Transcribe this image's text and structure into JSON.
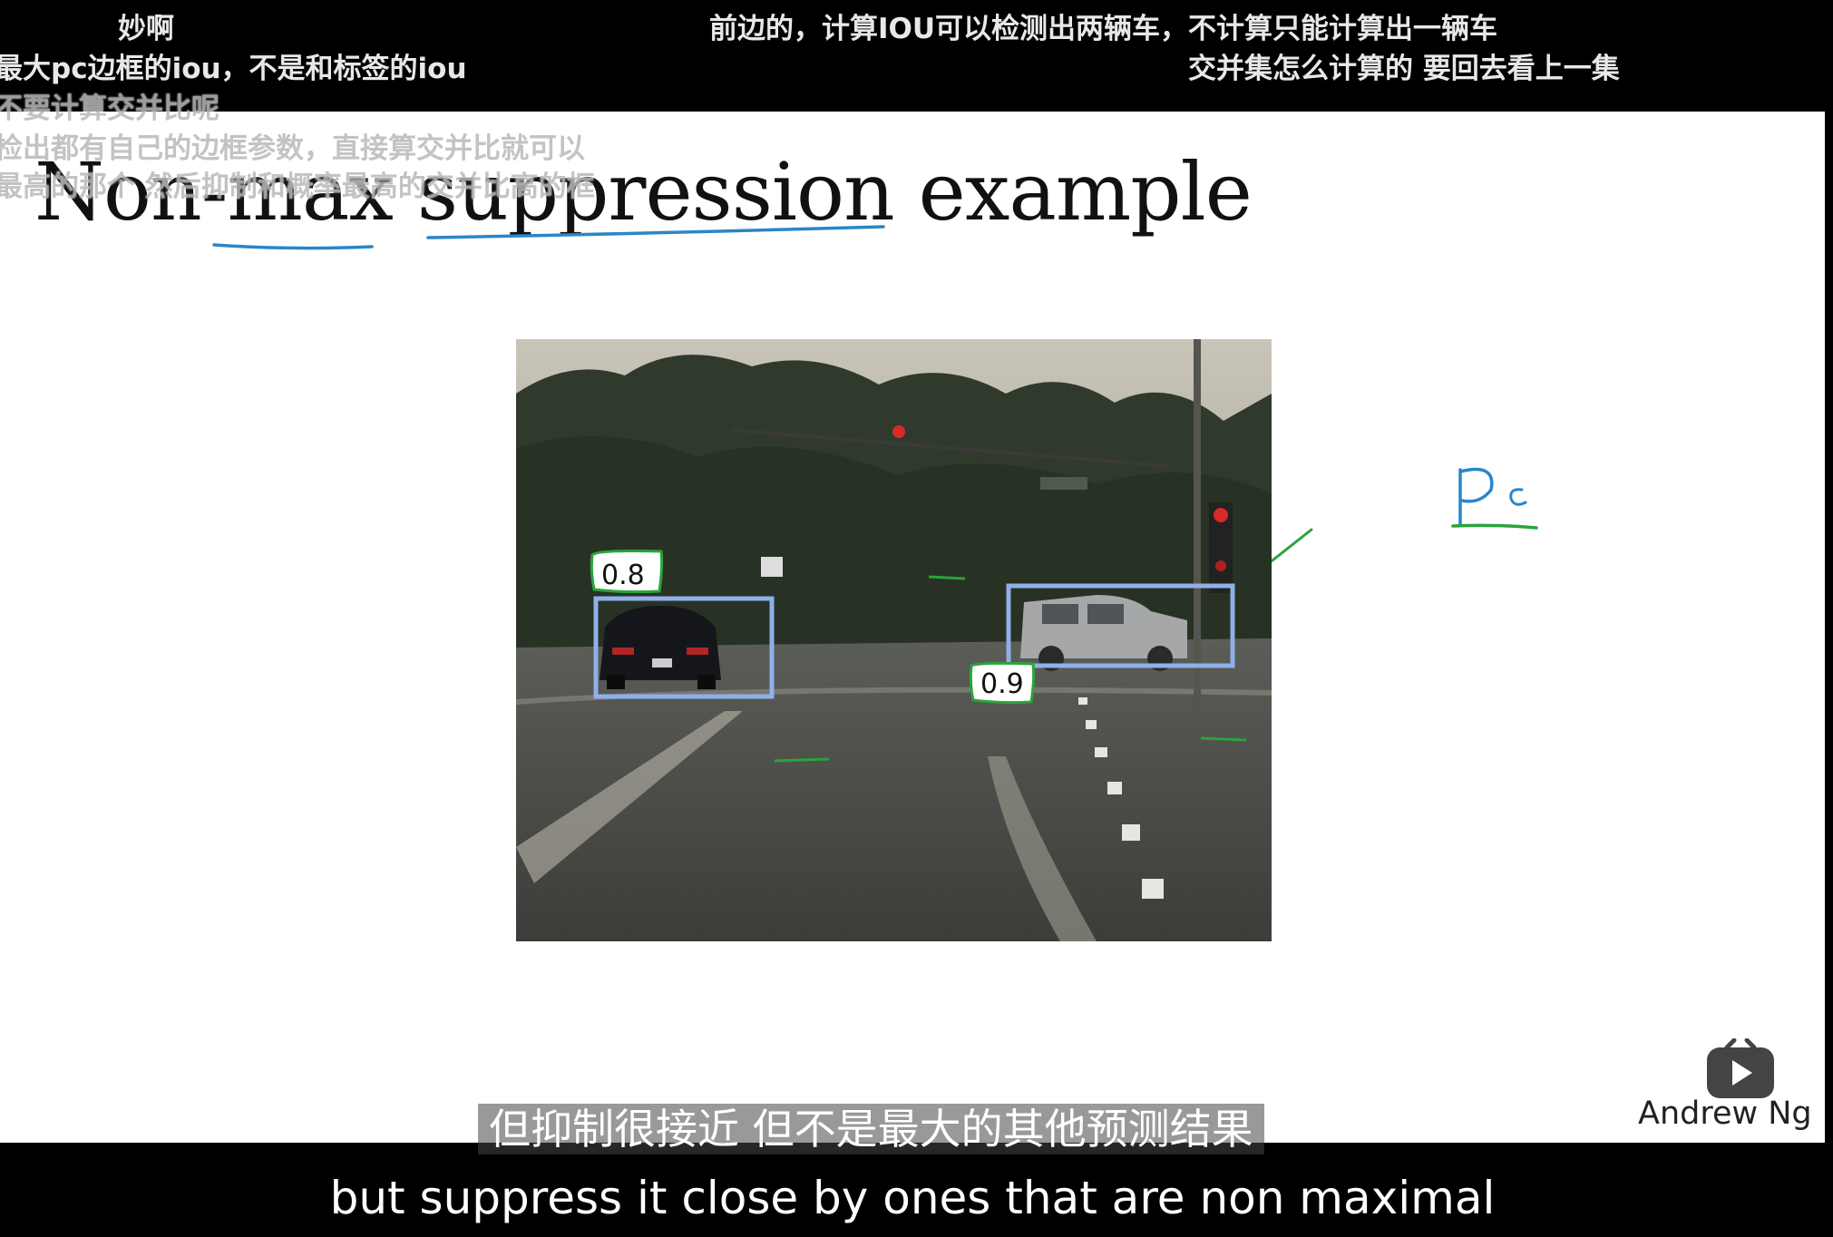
{
  "danmaku": [
    "妙啊",
    "前边的，计算IOU可以检测出两辆车，不计算只能计算出一辆车",
    "最大pc边框的iou，不是和标签的iou",
    "交并集怎么计算的 要回去看上一集",
    "不要计算交并比呢",
    "检出都有自己的边框参数，直接算交并比就可以",
    "最高的那个 然后抑制和概率最高的交并比高的框"
  ],
  "slide": {
    "title": "Non-max suppression example",
    "annotation": "Pc",
    "author": "Andrew Ng",
    "detections": [
      {
        "label": "0.8",
        "object": "car"
      },
      {
        "label": "0.9",
        "object": "car"
      }
    ]
  },
  "subtitles": {
    "chinese": "但抑制很接近 但不是最大的其他预测结果",
    "english": "but suppress it close by ones that are non maximal"
  },
  "colors": {
    "box": "#8fb0e8",
    "label_ink": "#2aa43a",
    "pen_blue": "#2a86c8"
  },
  "icons": [
    "bilibili-tv-icon"
  ]
}
